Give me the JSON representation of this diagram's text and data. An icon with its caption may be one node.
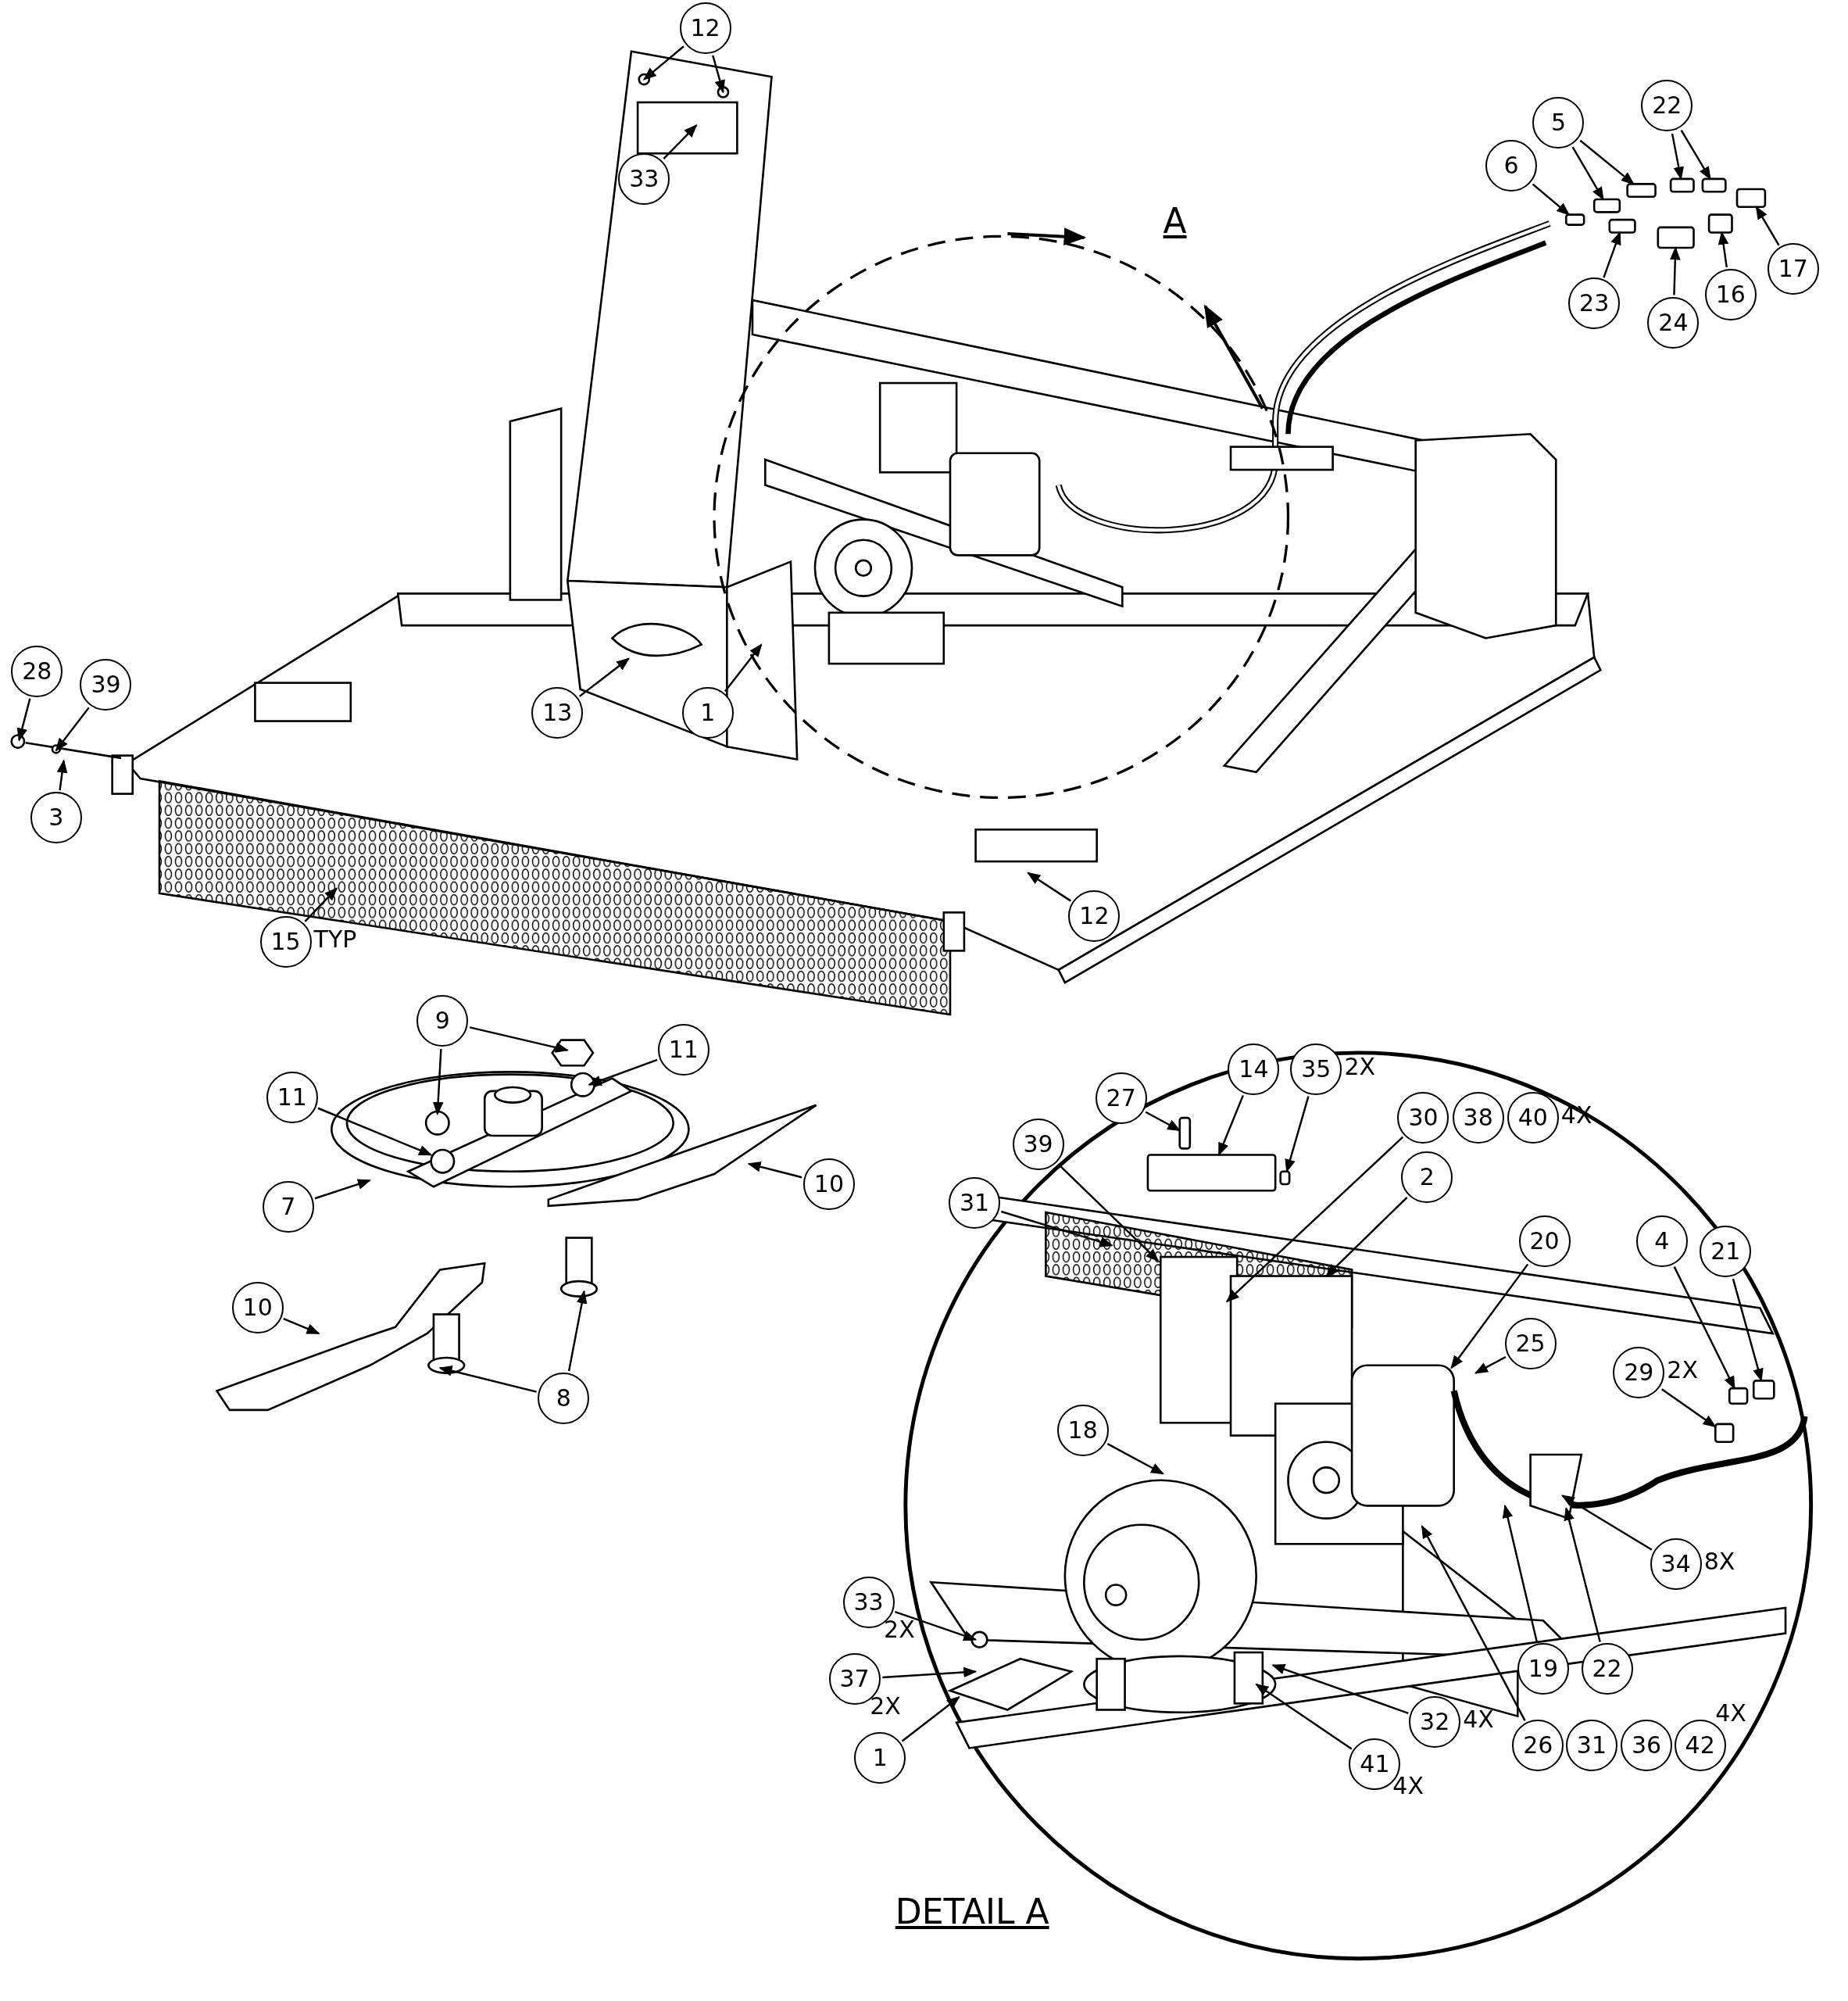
{
  "diagram": {
    "nodes": [
      {
        "text": [
          "12"
        ]
      },
      {
        "text": [
          "33"
        ]
      },
      {
        "text": [
          "5"
        ]
      },
      {
        "text": [
          "22"
        ]
      },
      {
        "text": [
          "6"
        ]
      },
      {
        "text": [
          "17"
        ]
      },
      {
        "text": [
          "16"
        ]
      },
      {
        "text": [
          "24"
        ]
      },
      {
        "text": [
          "23"
        ]
      },
      {
        "text": [
          "13"
        ]
      },
      {
        "text": [
          "1"
        ]
      },
      {
        "text": [
          "28"
        ]
      },
      {
        "text": [
          "39"
        ]
      },
      {
        "text": [
          "3"
        ]
      },
      {
        "text": [
          "12"
        ]
      },
      {
        "text": [
          "15"
        ],
        "beside": [
          "TYP"
        ]
      },
      {
        "text": [
          "9"
        ]
      },
      {
        "text": [
          "11"
        ]
      },
      {
        "text": [
          "11"
        ]
      },
      {
        "text": [
          "7"
        ]
      },
      {
        "text": [
          "10"
        ]
      },
      {
        "text": [
          "10"
        ]
      },
      {
        "text": [
          "8"
        ]
      },
      {
        "text": [
          "27"
        ]
      },
      {
        "text": [
          "14"
        ]
      },
      {
        "text": [
          "35"
        ],
        "beside": [
          "2X"
        ]
      },
      {
        "text": [
          "30"
        ]
      },
      {
        "text": [
          "38"
        ]
      },
      {
        "text": [
          "40"
        ],
        "beside": [
          "4X"
        ]
      },
      {
        "text": [
          "39"
        ]
      },
      {
        "text": [
          "31"
        ]
      },
      {
        "text": [
          "2"
        ]
      },
      {
        "text": [
          "20"
        ]
      },
      {
        "text": [
          "4"
        ]
      },
      {
        "text": [
          "21"
        ]
      },
      {
        "text": [
          "25"
        ]
      },
      {
        "text": [
          "29"
        ],
        "beside": [
          "2X"
        ]
      },
      {
        "text": [
          "18"
        ]
      },
      {
        "text": [
          "34"
        ],
        "beside": [
          "8X"
        ]
      },
      {
        "text": [
          "33"
        ],
        "beside": [
          "2X"
        ]
      },
      {
        "text": [
          "37"
        ],
        "beside": [
          "2X"
        ]
      },
      {
        "text": [
          "1"
        ]
      },
      {
        "text": [
          "32"
        ],
        "beside": [
          "4X"
        ]
      },
      {
        "text": [
          "41"
        ],
        "beside": [
          "4X"
        ]
      },
      {
        "text": [
          "19"
        ]
      },
      {
        "text": [
          "22"
        ]
      },
      {
        "text": [
          "26"
        ]
      },
      {
        "text": [
          "31"
        ]
      },
      {
        "text": [
          "36"
        ]
      },
      {
        "text": [
          "42"
        ],
        "beside": [
          "4X"
        ]
      },
      {
        "text": [],
        "shape": "box"
      },
      {
        "text": [],
        "shape": "box"
      },
      {
        "text": [],
        "shape": "box"
      },
      {
        "text": [],
        "shape": "box"
      },
      {
        "text": [],
        "shape": "box"
      },
      {
        "text": [],
        "shape": "box"
      },
      {
        "text": [],
        "shape": "box"
      },
      {
        "text": [],
        "shape": "box"
      },
      {
        "text": [],
        "shape": "box"
      },
      {
        "text": [],
        "shape": "box"
      },
      {
        "text": [],
        "shape": "box"
      },
      {
        "text": [],
        "shape": "box"
      },
      {
        "text": [],
        "shape": "box"
      },
      {
        "text": [],
        "shape": "box"
      },
      {
        "text": [],
        "shape": "box"
      }
    ],
    "edges": [
      {
        "from": 0,
        "to": null,
        "arrow": "to"
      },
      {
        "from": 0,
        "to": null,
        "arrow": "to"
      },
      {
        "from": 1,
        "to": null,
        "arrow": "to"
      },
      {
        "from": 2,
        "to": 51,
        "arrow": "to"
      },
      {
        "from": 2,
        "to": 53,
        "arrow": "to"
      },
      {
        "from": 3,
        "to": 55,
        "arrow": "to"
      },
      {
        "from": 3,
        "to": 56,
        "arrow": "to"
      },
      {
        "from": 4,
        "to": 50,
        "arrow": "to"
      },
      {
        "from": 5,
        "to": 58,
        "arrow": "to"
      },
      {
        "from": 6,
        "to": 57,
        "arrow": "to"
      },
      {
        "from": 7,
        "to": 54,
        "arrow": "to"
      },
      {
        "from": 8,
        "to": 52,
        "arrow": "to"
      },
      {
        "from": 9,
        "to": null,
        "arrow": "to"
      },
      {
        "from": 10,
        "to": null,
        "arrow": "to"
      },
      {
        "from": 11,
        "to": null,
        "arrow": "to"
      },
      {
        "from": 12,
        "to": null,
        "arrow": "to"
      },
      {
        "from": 13,
        "to": null,
        "arrow": "to"
      },
      {
        "from": 14,
        "to": null,
        "arrow": "to"
      },
      {
        "from": 15,
        "to": null,
        "arrow": "to"
      },
      {
        "from": 16,
        "to": null,
        "arrow": "to"
      },
      {
        "from": 16,
        "to": null,
        "arrow": "to"
      },
      {
        "from": 17,
        "to": null,
        "arrow": "to"
      },
      {
        "from": 18,
        "to": null,
        "arrow": "to"
      },
      {
        "from": 19,
        "to": null,
        "arrow": "to"
      },
      {
        "from": 20,
        "to": null,
        "arrow": "to"
      },
      {
        "from": 21,
        "to": null,
        "arrow": "to"
      },
      {
        "from": 22,
        "to": null,
        "arrow": "to"
      },
      {
        "from": 22,
        "to": null,
        "arrow": "to"
      },
      {
        "from": 23,
        "to": 63,
        "arrow": "to"
      },
      {
        "from": 24,
        "to": 62,
        "arrow": "to"
      },
      {
        "from": 25,
        "to": 64,
        "arrow": "to"
      },
      {
        "from": 26,
        "to": null,
        "arrow": "to"
      },
      {
        "from": 29,
        "to": null,
        "arrow": "to"
      },
      {
        "from": 30,
        "to": null,
        "arrow": "to"
      },
      {
        "from": 31,
        "to": null,
        "arrow": "to"
      },
      {
        "from": 32,
        "to": null,
        "arrow": "to"
      },
      {
        "from": 33,
        "to": 60,
        "arrow": "to"
      },
      {
        "from": 34,
        "to": 61,
        "arrow": "to"
      },
      {
        "from": 35,
        "to": null,
        "arrow": "to"
      },
      {
        "from": 36,
        "to": 59,
        "arrow": "to"
      },
      {
        "from": 37,
        "to": null,
        "arrow": "to"
      },
      {
        "from": 38,
        "to": null,
        "arrow": "to"
      },
      {
        "from": 39,
        "to": null,
        "arrow": "to"
      },
      {
        "from": 40,
        "to": null,
        "arrow": "to"
      },
      {
        "from": 41,
        "to": null,
        "arrow": "to"
      },
      {
        "from": 42,
        "to": null,
        "arrow": "to"
      },
      {
        "from": 43,
        "to": null,
        "arrow": "to"
      },
      {
        "from": 44,
        "to": null,
        "arrow": "to"
      },
      {
        "from": 45,
        "to": null,
        "arrow": "to"
      },
      {
        "from": 46,
        "to": null,
        "arrow": "to"
      }
    ],
    "labels": [
      "A",
      "DETAIL A"
    ]
  }
}
